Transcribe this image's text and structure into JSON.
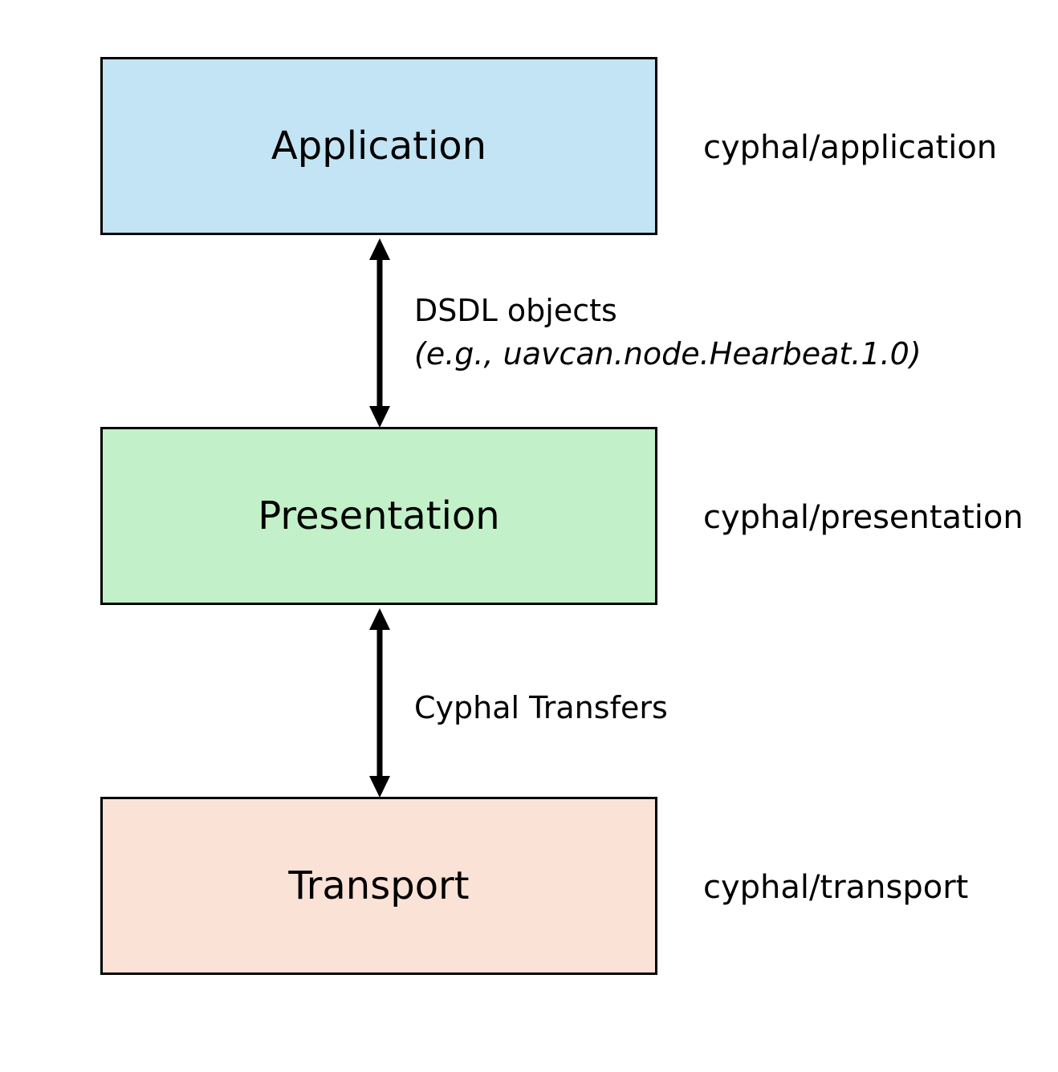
{
  "layers": [
    {
      "title": "Application",
      "module": "cyphal/application",
      "fill": "#c2e4f4"
    },
    {
      "title": "Presentation",
      "module": "cyphal/presentation",
      "fill": "#c2f0c8"
    },
    {
      "title": "Transport",
      "module": "cyphal/transport",
      "fill": "#fae2d6"
    }
  ],
  "connections": [
    {
      "label": "DSDL objects",
      "sublabel": "(e.g., uavcan.node.Hearbeat.1.0)"
    },
    {
      "label": "Cyphal Transfers"
    }
  ],
  "arrow_color": "#000000"
}
